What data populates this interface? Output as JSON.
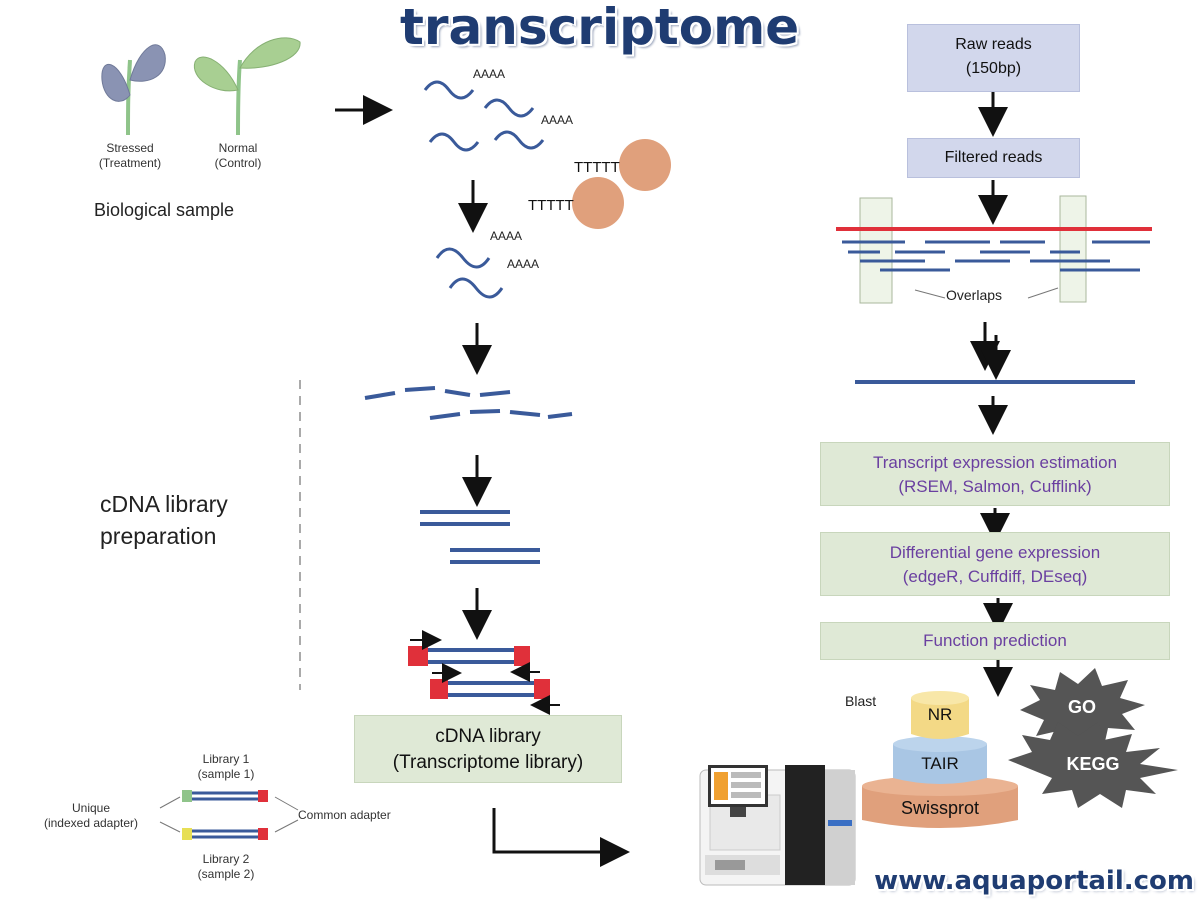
{
  "title": "transcriptome",
  "left": {
    "plant_stressed": "Stressed",
    "plant_stressed_sub": "(Treatment)",
    "plant_normal": "Normal",
    "plant_normal_sub": "(Control)",
    "biological_sample": "Biological sample",
    "cdna_prep_line1": "cDNA library",
    "cdna_prep_line2": "preparation"
  },
  "middle": {
    "polyA": "AAAA",
    "polyT": "TTTTT",
    "cdna_library_line1": "cDNA library",
    "cdna_library_line2": "(Transcriptome library)"
  },
  "adapters": {
    "library1": "Library 1",
    "library1_sub": "(sample 1)",
    "library2": "Library 2",
    "library2_sub": "(sample 2)",
    "unique": "Unique",
    "unique_sub": "(indexed adapter)",
    "common": "Common adapter"
  },
  "right": {
    "raw_reads_line1": "Raw reads",
    "raw_reads_line2": "(150bp)",
    "filtered_reads": "Filtered reads",
    "overlaps": "Overlaps",
    "expression_line1": "Transcript expression estimation",
    "expression_line2": "(RSEM, Salmon, Cufflink)",
    "differential_line1": "Differential gene expression",
    "differential_line2": "(edgeR, Cuffdiff, DEseq)",
    "function_prediction": "Function prediction",
    "blast": "Blast",
    "db_nr": "NR",
    "db_tair": "TAIR",
    "db_swissprot": "Swissprot",
    "db_go": "GO",
    "db_kegg": "KEGG"
  },
  "watermark": "www.aquaportail.com",
  "colors": {
    "strand": "#3a5a9a",
    "adapter_red": "#e0303a",
    "bead": "#e0a07c",
    "box_blue": "#d2d7ec",
    "box_green": "#dfe9d6",
    "purple_text": "#6a3fa0"
  }
}
